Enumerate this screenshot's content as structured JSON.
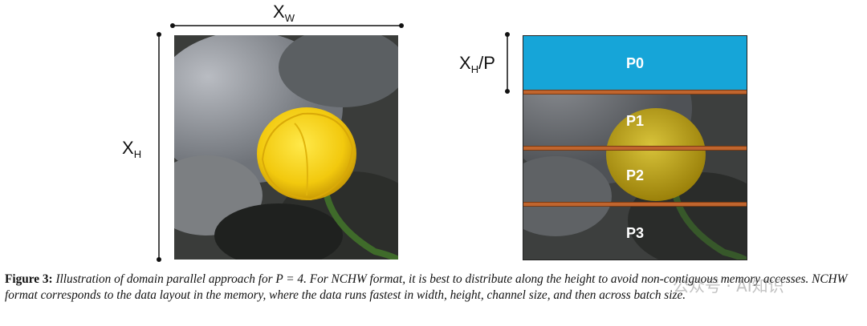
{
  "figure": {
    "left_panel": {
      "width_label": "X",
      "width_label_sub": "W",
      "height_label": "X",
      "height_label_sub": "H"
    },
    "right_panel": {
      "height_label": "X",
      "height_label_sub": "H",
      "height_label_suffix": "/P",
      "partitions": [
        "P0",
        "P1",
        "P2",
        "P3"
      ],
      "colors": {
        "highlight": "#16a5d8",
        "divider": "#c0652e"
      }
    }
  },
  "caption": {
    "prefix": "Figure 3:",
    "text_1": " Illustration of domain parallel approach for ",
    "math": "P = 4",
    "text_2": ". For NCHW format, it is best to distribute along the height to avoid non-contiguous memory accesses. NCHW format corresponds to the data layout in the memory, where the data runs fastest in width, height, channel size, and then across batch size."
  },
  "watermark": "公众号 · AI知识"
}
